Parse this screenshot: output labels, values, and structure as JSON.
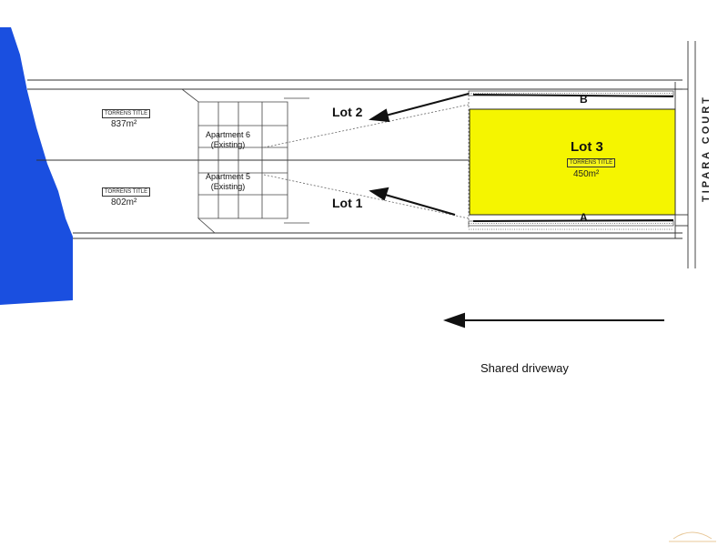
{
  "street_name": "TIPARA COURT",
  "lots": {
    "lot1": {
      "label": "Lot 1"
    },
    "lot2": {
      "label": "Lot 2"
    },
    "lot3": {
      "label": "Lot 3",
      "title_type": "TORRENS TITLE",
      "area": "450m²"
    }
  },
  "neighbour_lots": [
    {
      "title_type": "TORRENS TITLE",
      "area": "837m²"
    },
    {
      "title_type": "TORRENS TITLE",
      "area": "802m²"
    }
  ],
  "apartments": [
    {
      "line1": "Apartment 6",
      "line2": "(Existing)"
    },
    {
      "line1": "Apartment 5",
      "line2": "(Existing)"
    }
  ],
  "markers": {
    "a": "A",
    "b": "B"
  },
  "driveway_caption": "Shared driveway",
  "colors": {
    "water": "#1a4fe0",
    "lot3_fill": "#f5f500",
    "line": "#111111"
  }
}
